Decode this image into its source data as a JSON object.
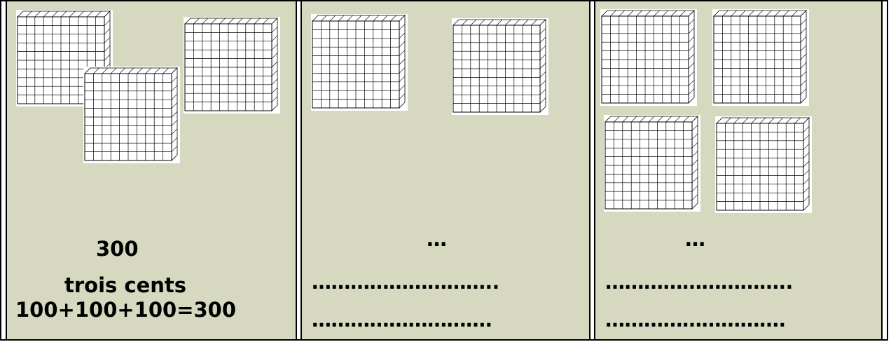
{
  "cells": [
    {
      "number": "300",
      "words": "trois cents",
      "sum": "100+100+100=300"
    },
    {
      "number": "…",
      "line1": "………………………..",
      "line2": "………………………."
    },
    {
      "number": "…",
      "line1": "………………………..",
      "line2": "………………………."
    }
  ],
  "blocks": {
    "icon": "hundred-flat-grid-10x10",
    "counts": [
      3,
      2,
      4
    ]
  }
}
